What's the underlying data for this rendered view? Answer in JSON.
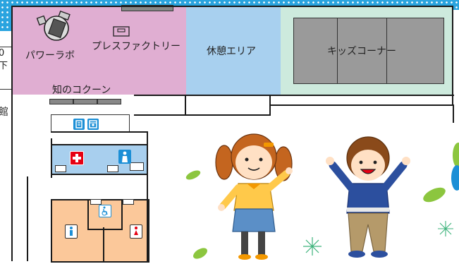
{
  "map": {
    "rooms": {
      "power_lab": "パワーラボ",
      "press_factory": "プレスファクトリー",
      "rest_area": "休憩エリア",
      "kids_corner": "キッズコーナー",
      "knowledge_corner": "知のコクーン"
    },
    "edge_text": {
      "top_left": "0",
      "below": "下",
      "building": "館"
    },
    "colors": {
      "power_lab": "#e0aed2",
      "rest_area": "#a8d0ef",
      "kids_corner": "#cdeadd",
      "toilet_area": "#fbc89a",
      "info_blue": "#1c8fd6",
      "first_aid_red": "#e60012",
      "restroom_blue": "#a8cfee",
      "walls": "#1a1a1a"
    },
    "icons": [
      "info-icon",
      "locker-icon",
      "first-aid-icon",
      "nursing-room-icon",
      "wheelchair-icon",
      "mens-restroom-icon",
      "womens-restroom-icon"
    ]
  }
}
